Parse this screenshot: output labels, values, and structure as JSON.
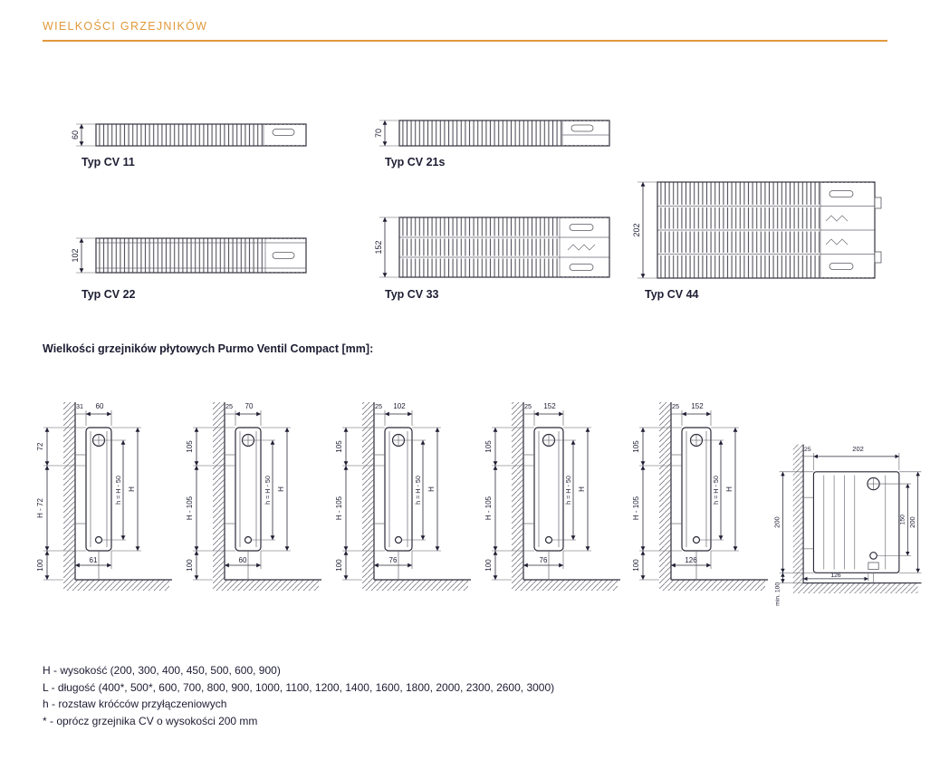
{
  "page": {
    "title": "WIELKOŚCI GRZEJNIKÓW",
    "accent_color": "#E0993B",
    "ink_color": "#1D1D33"
  },
  "cross_sections": {
    "cv11": {
      "label": "Typ CV 11",
      "depth": "60"
    },
    "cv21s": {
      "label": "Typ CV 21s",
      "depth": "70"
    },
    "cv22": {
      "label": "Typ CV 22",
      "depth": "102"
    },
    "cv33": {
      "label": "Typ CV 33",
      "depth": "152"
    },
    "cv44": {
      "label": "Typ CV 44",
      "depth": "202"
    }
  },
  "section_title": "Wielkości grzejników płytowych Purmo Ventil Compact [mm]:",
  "side_views": [
    {
      "top_width": "60",
      "wall_gap": "31",
      "upper_offset": "72",
      "height_span": "H - 72",
      "floor_clearance": "100",
      "bottom_depth": "61",
      "pipe_spacing": "h = H - 50",
      "total_height": "H"
    },
    {
      "top_width": "70",
      "wall_gap": "25",
      "upper_offset": "105",
      "height_span": "H - 105",
      "floor_clearance": "100",
      "bottom_depth": "60",
      "pipe_spacing": "h = H - 50",
      "total_height": "H"
    },
    {
      "top_width": "102",
      "wall_gap": "25",
      "upper_offset": "105",
      "height_span": "H - 105",
      "floor_clearance": "100",
      "bottom_depth": "76",
      "pipe_spacing": "h = H - 50",
      "total_height": "H"
    },
    {
      "top_width": "152",
      "wall_gap": "25",
      "upper_offset": "105",
      "height_span": "H - 105",
      "floor_clearance": "100",
      "bottom_depth": "76",
      "pipe_spacing": "h = H - 50",
      "total_height": "H"
    },
    {
      "top_width": "152",
      "wall_gap": "25",
      "upper_offset": "105",
      "height_span": "H - 105",
      "floor_clearance": "100",
      "bottom_depth": "126",
      "pipe_spacing": "h = H - 50",
      "total_height": "H"
    }
  ],
  "depth_view": {
    "top_width": "202",
    "wall_gap": "25",
    "left_height": "200",
    "inner_height": "150",
    "right_height": "200",
    "floor_clearance": "min. 100",
    "bottom_depth": "126"
  },
  "legend": {
    "line1": "H - wysokość (200, 300, 400, 450, 500, 600, 900)",
    "line2": "L - długość (400*, 500*, 600, 700, 800, 900, 1000, 1100, 1200, 1400, 1600, 1800, 2000, 2300, 2600, 3000)",
    "line3": "h - rozstaw króćców przyłączeniowych",
    "line4": "* - oprócz grzejnika CV o wysokości 200 mm"
  }
}
